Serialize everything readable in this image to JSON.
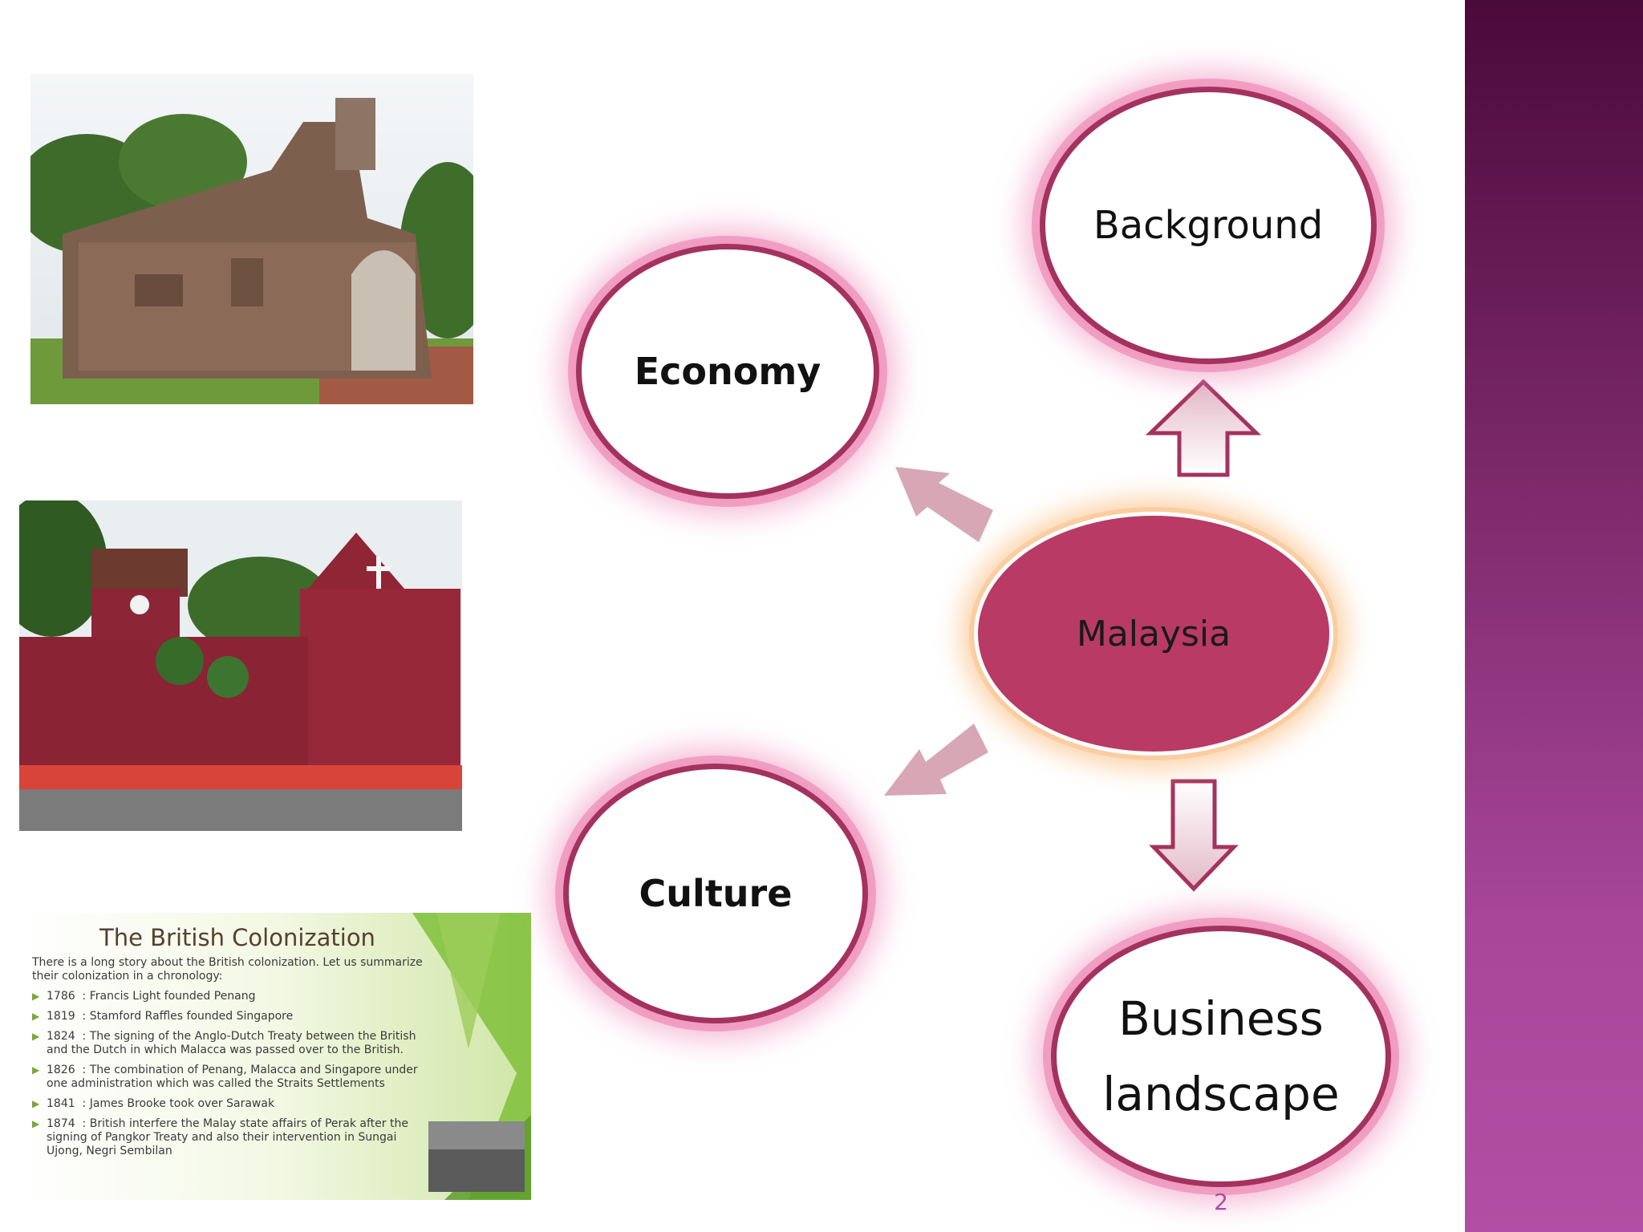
{
  "diagram": {
    "center": {
      "label": "Malaysia"
    },
    "nodes": [
      {
        "id": "background",
        "label": "Background"
      },
      {
        "id": "economy",
        "label": "Economy"
      },
      {
        "id": "culture",
        "label": "Culture"
      },
      {
        "id": "business",
        "label_line1": "Business",
        "label_line2": "landscape"
      }
    ]
  },
  "photos": [
    {
      "id": "ruin",
      "description_icon": "fort-ruins-photo"
    },
    {
      "id": "church",
      "description_icon": "red-church-photo"
    }
  ],
  "colonization_slide": {
    "title": "The British Colonization",
    "intro": "There is a long story about the British colonization. Let us summarize their colonization in a chronology:",
    "entries": [
      {
        "year": "1786",
        "text": ": Francis Light founded Penang"
      },
      {
        "year": "1819",
        "text": ": Stamford Raffles founded Singapore"
      },
      {
        "year": "1824",
        "text": ": The signing of the Anglo-Dutch Treaty between the British and the Dutch in which Malacca was passed over to the British."
      },
      {
        "year": "1826",
        "text": ": The combination of Penang, Malacca and Singapore under one administration which was called the Straits Settlements"
      },
      {
        "year": "1841",
        "text": ": James Brooke took over Sarawak"
      },
      {
        "year": "1874",
        "text": ": British interfere the Malay state affairs of Perak after the signing of Pangkor Treaty and also their intervention in Sungai Ujong, Negri Sembilan"
      }
    ]
  },
  "slide_number": "2",
  "colors": {
    "ring": "#a4325f",
    "glow": "#ee8cb9",
    "center_fill": "#b83a65",
    "arrow_fill": "#d7a7b5",
    "side_band_top": "#4a0a3a",
    "side_band_bottom": "#b04fa3"
  }
}
